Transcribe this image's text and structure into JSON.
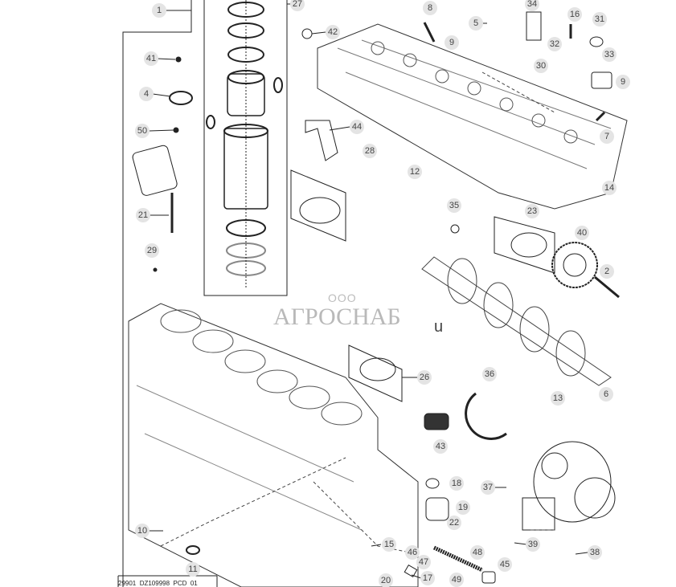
{
  "document_id": "29901  DZ109998  PCD  01",
  "watermark": {
    "prefix": "ООО",
    "name": "АГРОСНАБ",
    "fragment": "u"
  },
  "callouts": [
    "1",
    "27",
    "42",
    "8",
    "9",
    "5",
    "34",
    "16",
    "31",
    "32",
    "30",
    "33",
    "9",
    "7",
    "41",
    "4",
    "50",
    "21",
    "29",
    "44",
    "28",
    "12",
    "35",
    "23",
    "14",
    "40",
    "2",
    "26",
    "36",
    "13",
    "6",
    "43",
    "18",
    "19",
    "37",
    "22",
    "10",
    "11",
    "15",
    "46",
    "47",
    "48",
    "45",
    "49",
    "20",
    "17",
    "39",
    "38"
  ]
}
